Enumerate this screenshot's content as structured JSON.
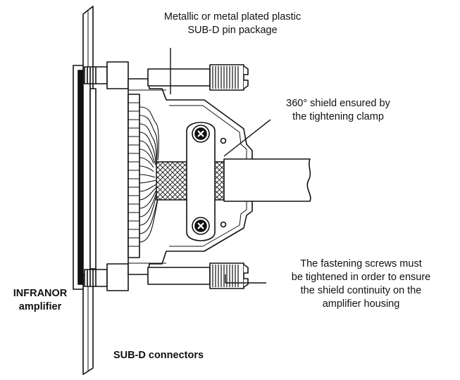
{
  "labels": {
    "pin_package_line1": "Metallic or metal plated plastic",
    "pin_package_line2": "SUB-D pin package",
    "shield_line1": "360° shield ensured by",
    "shield_line2": "the tightening clamp",
    "screws_line1": "The fastening screws must",
    "screws_line2": "be tightened in order to ensure",
    "screws_line3": "the shield continuity on the",
    "screws_line4": "amplifier housing",
    "amplifier_line1": "INFRANOR",
    "amplifier_line2": "amplifier",
    "caption": "SUB-D connectors"
  },
  "colors": {
    "line": "#111111",
    "background": "#ffffff"
  }
}
